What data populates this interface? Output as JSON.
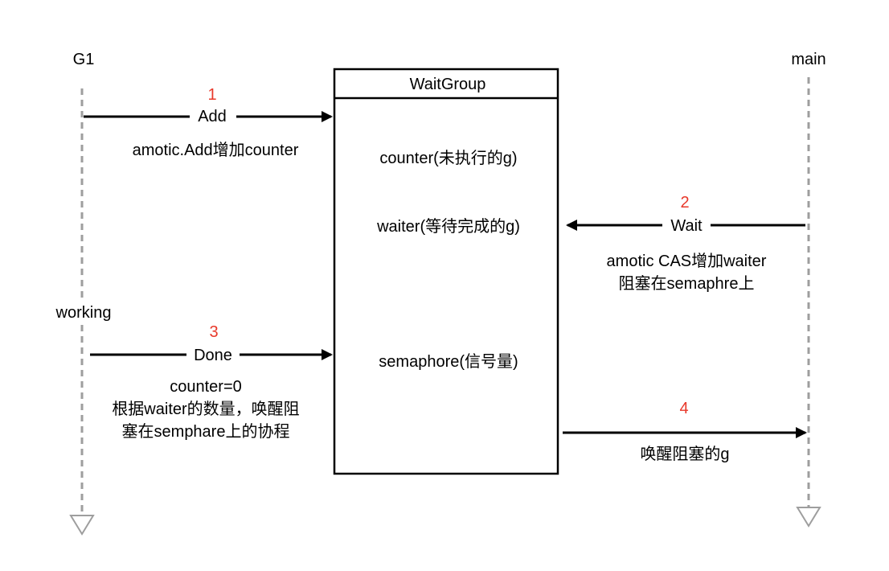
{
  "lifelines": {
    "g1": {
      "label": "G1",
      "state_label": "working"
    },
    "main": {
      "label": "main"
    }
  },
  "waitgroup": {
    "title": "WaitGroup",
    "fields": {
      "counter": "counter(未执行的g)",
      "waiter": "waiter(等待完成的g)",
      "semaphore": "semaphore(信号量)"
    }
  },
  "steps": [
    {
      "number": "1",
      "label": "Add",
      "notes": [
        "amotic.Add增加counter"
      ]
    },
    {
      "number": "2",
      "label": "Wait",
      "notes": [
        "amotic CAS增加waiter",
        "阻塞在semaphre上"
      ]
    },
    {
      "number": "3",
      "label": "Done",
      "notes": [
        "counter=0",
        "根据waiter的数量，唤醒阻",
        "塞在semphare上的协程"
      ]
    },
    {
      "number": "4",
      "label": "",
      "notes": [
        "唤醒阻塞的g"
      ]
    }
  ],
  "colors": {
    "line": "#000000",
    "lifeline": "#9e9e9e",
    "step_number": "#e8382a",
    "background": "#ffffff"
  }
}
